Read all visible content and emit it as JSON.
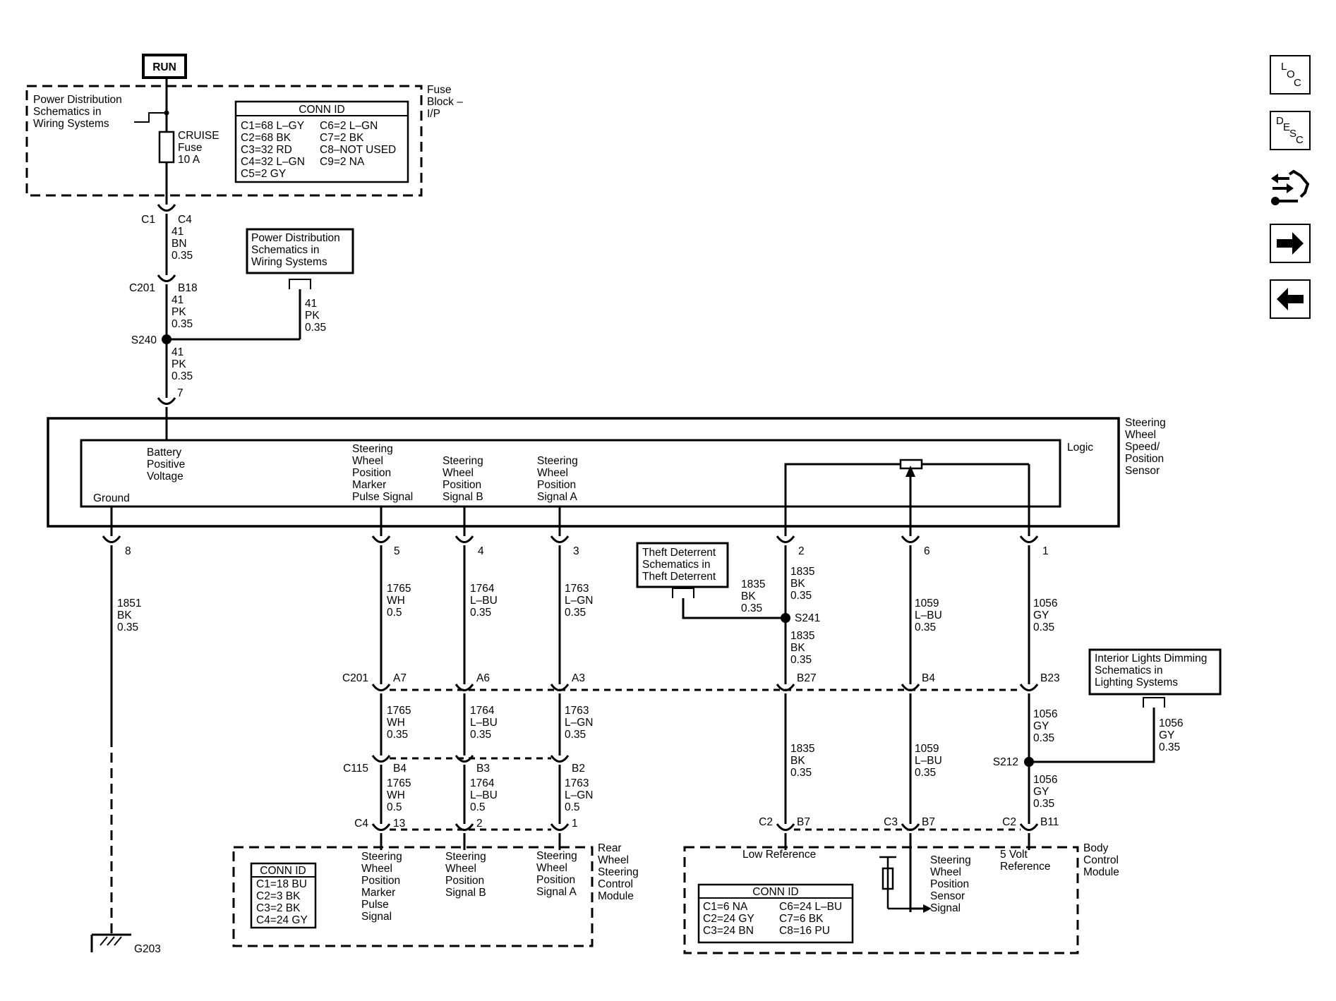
{
  "power": {
    "run": "RUN"
  },
  "fuse_block": {
    "label": [
      "Fuse",
      "Block –",
      "I/P"
    ],
    "pd_ref": [
      "Power Distribution",
      "Schematics in",
      "Wiring Systems"
    ],
    "fuse": [
      "CRUISE",
      "Fuse",
      "10 A"
    ],
    "conn_id": {
      "title": "CONN ID",
      "rows": [
        [
          "C1=68 L–GY",
          "C6=2 L–GN"
        ],
        [
          "C2=68 BK",
          "C7=2 BK"
        ],
        [
          "C3=32 RD",
          "C8–NOT USED"
        ],
        [
          "C4=32 L–GN",
          "C9=2 NA"
        ],
        [
          "C5=2 GY",
          ""
        ]
      ]
    }
  },
  "upper": {
    "c1": "C1",
    "c4": "C4",
    "wire_c4": [
      "41",
      "BN",
      "0.35"
    ],
    "c201": "C201",
    "b18": "B18",
    "wire_b18": [
      "41",
      "PK",
      "0.35"
    ],
    "pd_ref2": [
      "Power Distribution",
      "Schematics in",
      "Wiring Systems"
    ],
    "wire_pd": [
      "41",
      "PK",
      "0.35"
    ],
    "s240": "S240",
    "wire_s240": [
      "41",
      "PK",
      "0.35"
    ],
    "pin7": "7"
  },
  "sensor": {
    "name": [
      "Steering",
      "Wheel",
      "Speed/",
      "Position",
      "Sensor"
    ],
    "logic": "Logic",
    "battery": [
      "Battery",
      "Positive",
      "Voltage"
    ],
    "ground": "Ground",
    "marker": [
      "Steering",
      "Wheel",
      "Position",
      "Marker",
      "Pulse Signal"
    ],
    "sig_b": [
      "Steering",
      "Wheel",
      "Position",
      "Signal B"
    ],
    "sig_a": [
      "Steering",
      "Wheel",
      "Position",
      "Signal A"
    ]
  },
  "pins": {
    "p8": "8",
    "p5": "5",
    "p4": "4",
    "p3": "3",
    "p2": "2",
    "p6": "6",
    "p1": "1"
  },
  "wires": {
    "w1851": [
      "1851",
      "BK",
      "0.35"
    ],
    "w1765a": [
      "1765",
      "WH",
      "0.5"
    ],
    "w1764a": [
      "1764",
      "L–BU",
      "0.35"
    ],
    "w1763a": [
      "1763",
      "L–GN",
      "0.35"
    ],
    "w1835a": [
      "1835",
      "BK",
      "0.35"
    ],
    "w1835td": [
      "1835",
      "BK",
      "0.35"
    ],
    "w1835b": [
      "1835",
      "BK",
      "0.35"
    ],
    "w1059a": [
      "1059",
      "L–BU",
      "0.35"
    ],
    "w1056a": [
      "1056",
      "GY",
      "0.35"
    ],
    "w1765b": [
      "1765",
      "WH",
      "0.35"
    ],
    "w1764b": [
      "1764",
      "L–BU",
      "0.35"
    ],
    "w1763b": [
      "1763",
      "L–GN",
      "0.35"
    ],
    "w1835c": [
      "1835",
      "BK",
      "0.35"
    ],
    "w1059b": [
      "1059",
      "L–BU",
      "0.35"
    ],
    "w1056b": [
      "1056",
      "GY",
      "0.35"
    ],
    "w1056il": [
      "1056",
      "GY",
      "0.35"
    ],
    "w1056c": [
      "1056",
      "GY",
      "0.35"
    ],
    "w1765c": [
      "1765",
      "WH",
      "0.5"
    ],
    "w1764c": [
      "1764",
      "L–BU",
      "0.5"
    ],
    "w1763c": [
      "1763",
      "L–GN",
      "0.5"
    ]
  },
  "refs": {
    "theft": [
      "Theft Deterrent",
      "Schematics in",
      "Theft Deterrent"
    ],
    "s241": "S241",
    "interior": [
      "Interior Lights Dimming",
      "Schematics in",
      "Lighting Systems"
    ],
    "s212": "S212"
  },
  "c201_row": {
    "c201": "C201",
    "a7": "A7",
    "a6": "A6",
    "a3": "A3",
    "b27": "B27",
    "b4": "B4",
    "b23": "B23"
  },
  "c115_row": {
    "c115": "C115",
    "b4": "B4",
    "b3": "B3",
    "b2": "B2"
  },
  "c4_row": {
    "c4": "C4",
    "p13": "13",
    "p2": "2",
    "p1": "1"
  },
  "bcm_row": {
    "c2a": "C2",
    "b7a": "B7",
    "c3": "C3",
    "b7b": "B7",
    "c2b": "C2",
    "b11": "B11"
  },
  "rwscm": {
    "name": [
      "Rear",
      "Wheel",
      "Steering",
      "Control",
      "Module"
    ],
    "conn_title": "CONN ID",
    "conn_rows": [
      "C1=18 BU",
      "C2=3 BK",
      "C3=2 BK",
      "C4=24 GY"
    ],
    "marker": [
      "Steering",
      "Wheel",
      "Position",
      "Marker",
      "Pulse",
      "Signal"
    ],
    "sig_b": [
      "Steering",
      "Wheel",
      "Position",
      "Signal B"
    ],
    "sig_a": [
      "Steering",
      "Wheel",
      "Position",
      "Signal A"
    ]
  },
  "bcm": {
    "name": [
      "Body",
      "Control",
      "Module"
    ],
    "low_ref": "Low Reference",
    "five_volt": [
      "5 Volt",
      "Reference"
    ],
    "sws": [
      "Steering",
      "Wheel",
      "Position",
      "Sensor",
      "Signal"
    ],
    "conn_title": "CONN ID",
    "conn_rows": [
      [
        "C1=6 NA",
        "C6=24 L–BU"
      ],
      [
        "C2=24 GY",
        "C7=6 BK"
      ],
      [
        "C3=24 BN",
        "C8=16 PU"
      ]
    ]
  },
  "ground": {
    "g203": "G203"
  },
  "nav": {
    "loc": [
      "L",
      "O",
      "C"
    ],
    "desc": [
      "D",
      "E",
      "S",
      "C"
    ]
  }
}
